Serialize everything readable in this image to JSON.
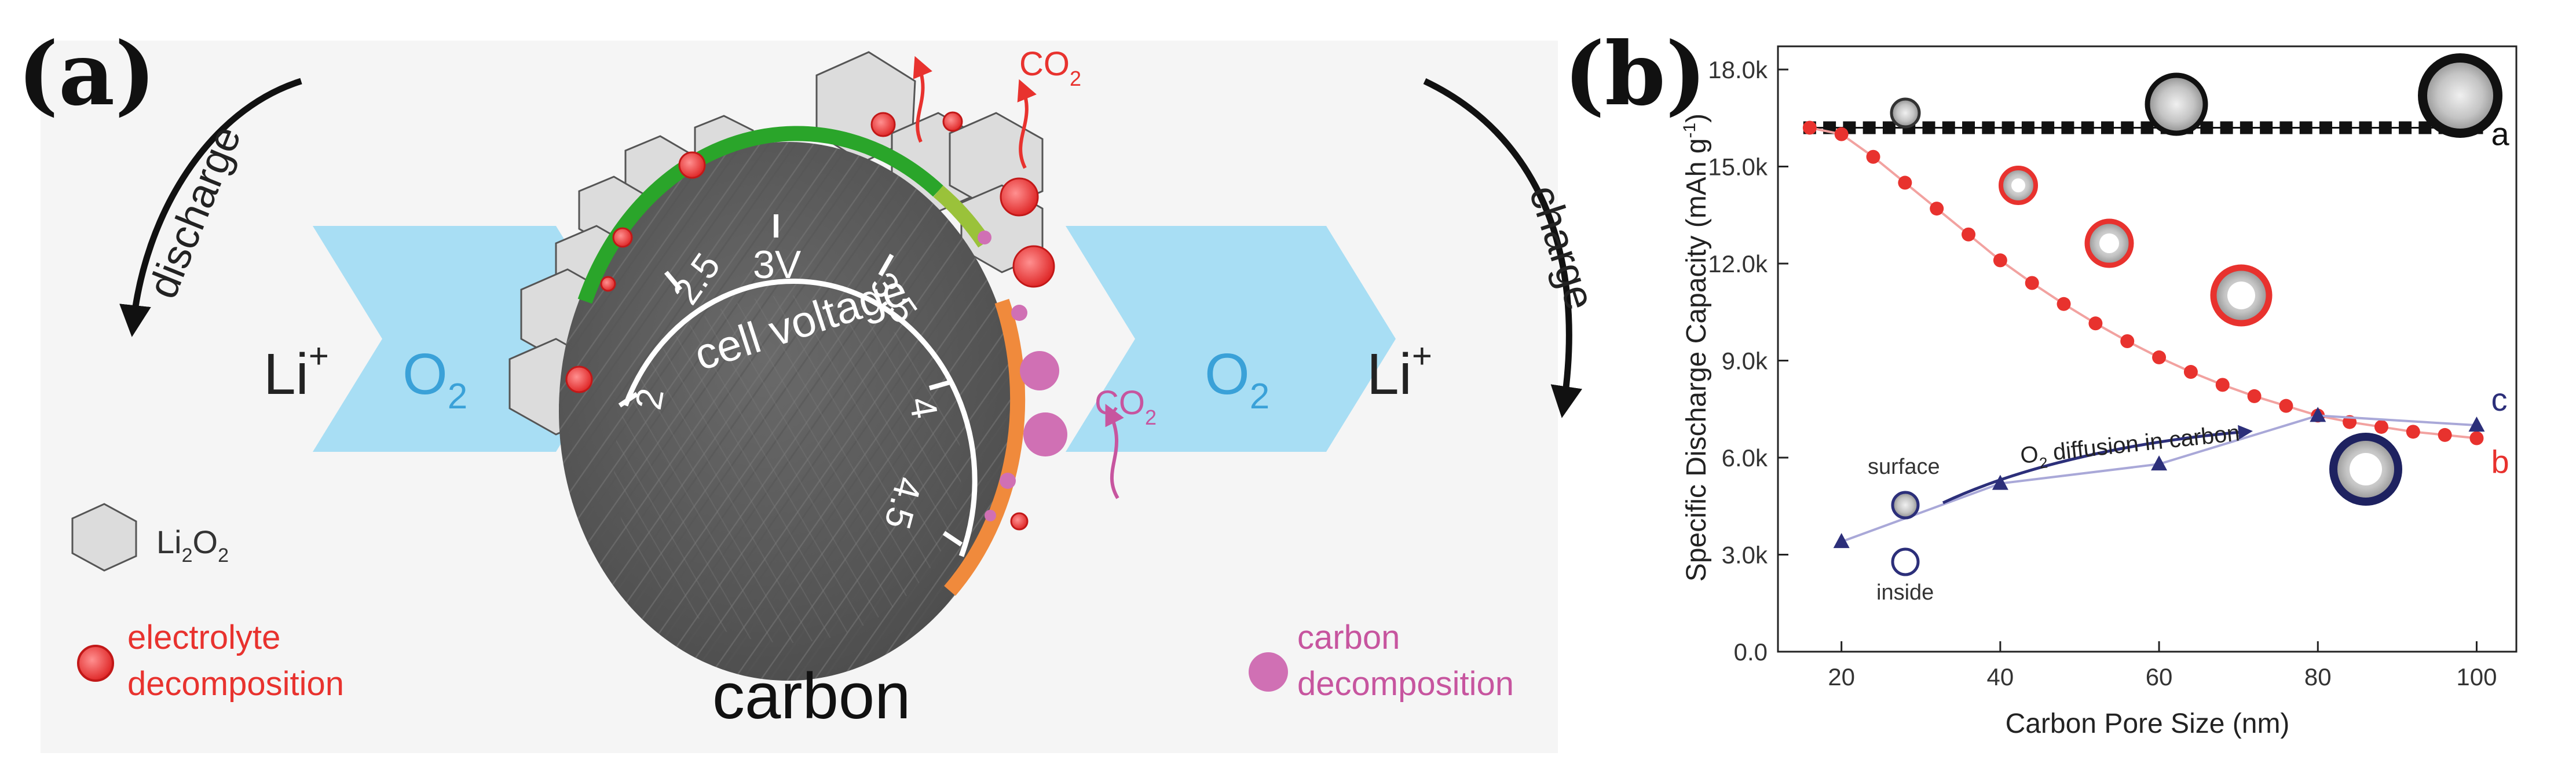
{
  "panel_a": {
    "tag": "(a)",
    "discharge_label": "discharge",
    "charge_label": "charge",
    "li_left": "Li",
    "li_right": "Li",
    "li_sup": "+",
    "o2_left": "O",
    "o2_right": "O",
    "o2_sub": "2",
    "co2_top": "CO",
    "co2_mid": "CO",
    "co2_sub": "2",
    "dial_title": "cell voltage",
    "dial_ticks": [
      "2",
      "2.5",
      "3V",
      "3.5",
      "4",
      "4.5"
    ],
    "carbon_label": "carbon",
    "legend": {
      "li2o2": "Li",
      "li2o2_sub1": "2",
      "li2o2_mid": "O",
      "li2o2_sub2": "2",
      "electrolyte_line1": "electrolyte",
      "electrolyte_line2": "decomposition",
      "carbon_line1": "carbon",
      "carbon_line2": "decomposition"
    },
    "colors": {
      "arrow_fill": "#a8def4",
      "o2_text": "#3aa1d8",
      "carbon_disc": "#5e5e5e",
      "green_arc": "#2aa52a",
      "orange_arc": "#f08a3c",
      "electrolyte_red": "#f03a3a",
      "carbon_pink": "#d070b4",
      "hexagon": "#dadada"
    }
  },
  "panel_b": {
    "tag": "(b)",
    "annotation_arrow": "O",
    "annotation_sub": "2",
    "annotation_rest": " diffusion in carbon",
    "surface_label": "surface",
    "inside_label": "inside",
    "colors": {
      "series_a": "#111111",
      "series_b": "#e8322e",
      "series_b_line": "#f2a2a0",
      "series_c": "#2c2f7a",
      "series_c_line": "#a9a8d8"
    }
  },
  "chart_data": {
    "type": "line",
    "title": "",
    "xlabel": "Carbon Pore Size (nm)",
    "ylabel": "Specific Discharge Capacity",
    "ylabel_unit": "(mAh g",
    "ylabel_unit_sup": "-1",
    "ylabel_unit_end": ")",
    "xlim": [
      12,
      105
    ],
    "ylim": [
      0,
      18000
    ],
    "x_ticks": [
      20,
      40,
      60,
      80,
      100
    ],
    "x_tick_labels": [
      "20",
      "40",
      "60",
      "80",
      "100"
    ],
    "y_ticks": [
      0,
      3000,
      6000,
      9000,
      12000,
      15000,
      18000
    ],
    "y_tick_labels": [
      "0.0",
      "3.0k",
      "6.0k",
      "9.0k",
      "12.0k",
      "15.0k",
      "18.0k"
    ],
    "grid": false,
    "series": [
      {
        "name": "a",
        "marker": "square",
        "x": [
          16,
          18.5,
          21,
          23.5,
          26,
          28.5,
          31,
          33.5,
          36,
          38.5,
          41,
          43.5,
          46,
          48.5,
          51,
          53.5,
          56,
          58.5,
          61,
          63.5,
          66,
          68.5,
          71,
          73.5,
          76,
          78.5,
          81,
          83.5,
          86,
          88.5,
          91,
          93.5,
          96,
          98.5,
          100
        ],
        "y": [
          16200,
          16200,
          16200,
          16200,
          16200,
          16200,
          16200,
          16200,
          16200,
          16200,
          16200,
          16200,
          16200,
          16200,
          16200,
          16200,
          16200,
          16200,
          16200,
          16200,
          16200,
          16200,
          16200,
          16200,
          16200,
          16200,
          16200,
          16200,
          16200,
          16200,
          16200,
          16200,
          16200,
          16200,
          16200
        ]
      },
      {
        "name": "b",
        "marker": "circle",
        "x": [
          16,
          20,
          24,
          28,
          32,
          36,
          40,
          44,
          48,
          52,
          56,
          60,
          64,
          68,
          72,
          76,
          80,
          84,
          88,
          92,
          96,
          100
        ],
        "y": [
          16200,
          16000,
          15300,
          14500,
          13700,
          12900,
          12100,
          11400,
          10750,
          10150,
          9600,
          9100,
          8650,
          8250,
          7900,
          7600,
          7300,
          7100,
          6950,
          6800,
          6700,
          6600
        ]
      },
      {
        "name": "c",
        "marker": "triangle",
        "x": [
          20,
          40,
          60,
          80,
          100
        ],
        "y": [
          3400,
          5200,
          5800,
          7300,
          7000
        ]
      }
    ]
  }
}
